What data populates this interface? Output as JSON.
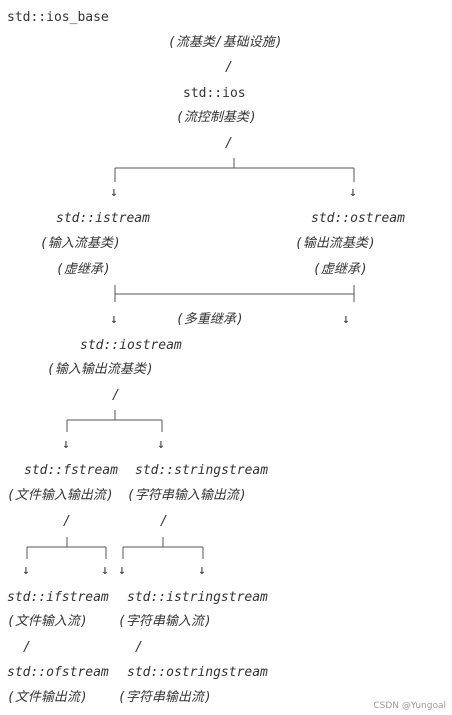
{
  "colors": {
    "text": "#333333",
    "line": "#555555",
    "watermark": "#9a9a9a"
  },
  "nodes": {
    "ios_base": {
      "name": "std::ios_base",
      "desc": "(流基类/基础设施)"
    },
    "ios": {
      "name": "std::ios",
      "desc": "(流控制基类)"
    },
    "istream": {
      "name": "std::istream",
      "desc": "(输入流基类)",
      "note": "(虚继承)"
    },
    "ostream": {
      "name": "std::ostream",
      "desc": "(输出流基类)",
      "note": "(虚继承)"
    },
    "multi_inherit": "(多重继承)",
    "iostream": {
      "name": "std::iostream",
      "desc": "(输入输出流基类)"
    },
    "fstream": {
      "name": "std::fstream",
      "desc": "(文件输入输出流)"
    },
    "stringstream": {
      "name": "std::stringstream",
      "desc": "(字符串输入输出流)"
    },
    "ifstream": {
      "name": "std::ifstream",
      "desc": "(文件输入流)"
    },
    "istringstream": {
      "name": "std::istringstream",
      "desc": "(字符串输入流)"
    },
    "ofstream": {
      "name": "std::ofstream",
      "desc": "(文件输出流)"
    },
    "ostringstream": {
      "name": "std::ostringstream",
      "desc": "(字符串输出流)"
    }
  },
  "glyphs": {
    "arrow_down": "↓",
    "pipe": "/"
  },
  "watermark": "CSDN @Yungoal"
}
